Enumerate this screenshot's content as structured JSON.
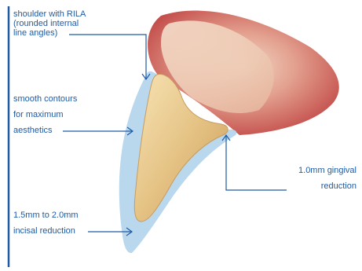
{
  "colors": {
    "text": "#1f5ba5",
    "leader_line": "#1f5ba5",
    "left_border": "#1f5ba5",
    "crown_outline_fill": "#b9d8ee",
    "tooth_core": "#e9c98a",
    "gum": "#c9524f"
  },
  "labels": {
    "shoulder": "shoulder with RILA\n(rounded internal\nline angles)",
    "smooth": "smooth contours\nfor maximum\naesthetics",
    "gingival": "1.0mm gingival\nreduction",
    "incisal": "1.5mm to 2.0mm\nincisal reduction"
  }
}
